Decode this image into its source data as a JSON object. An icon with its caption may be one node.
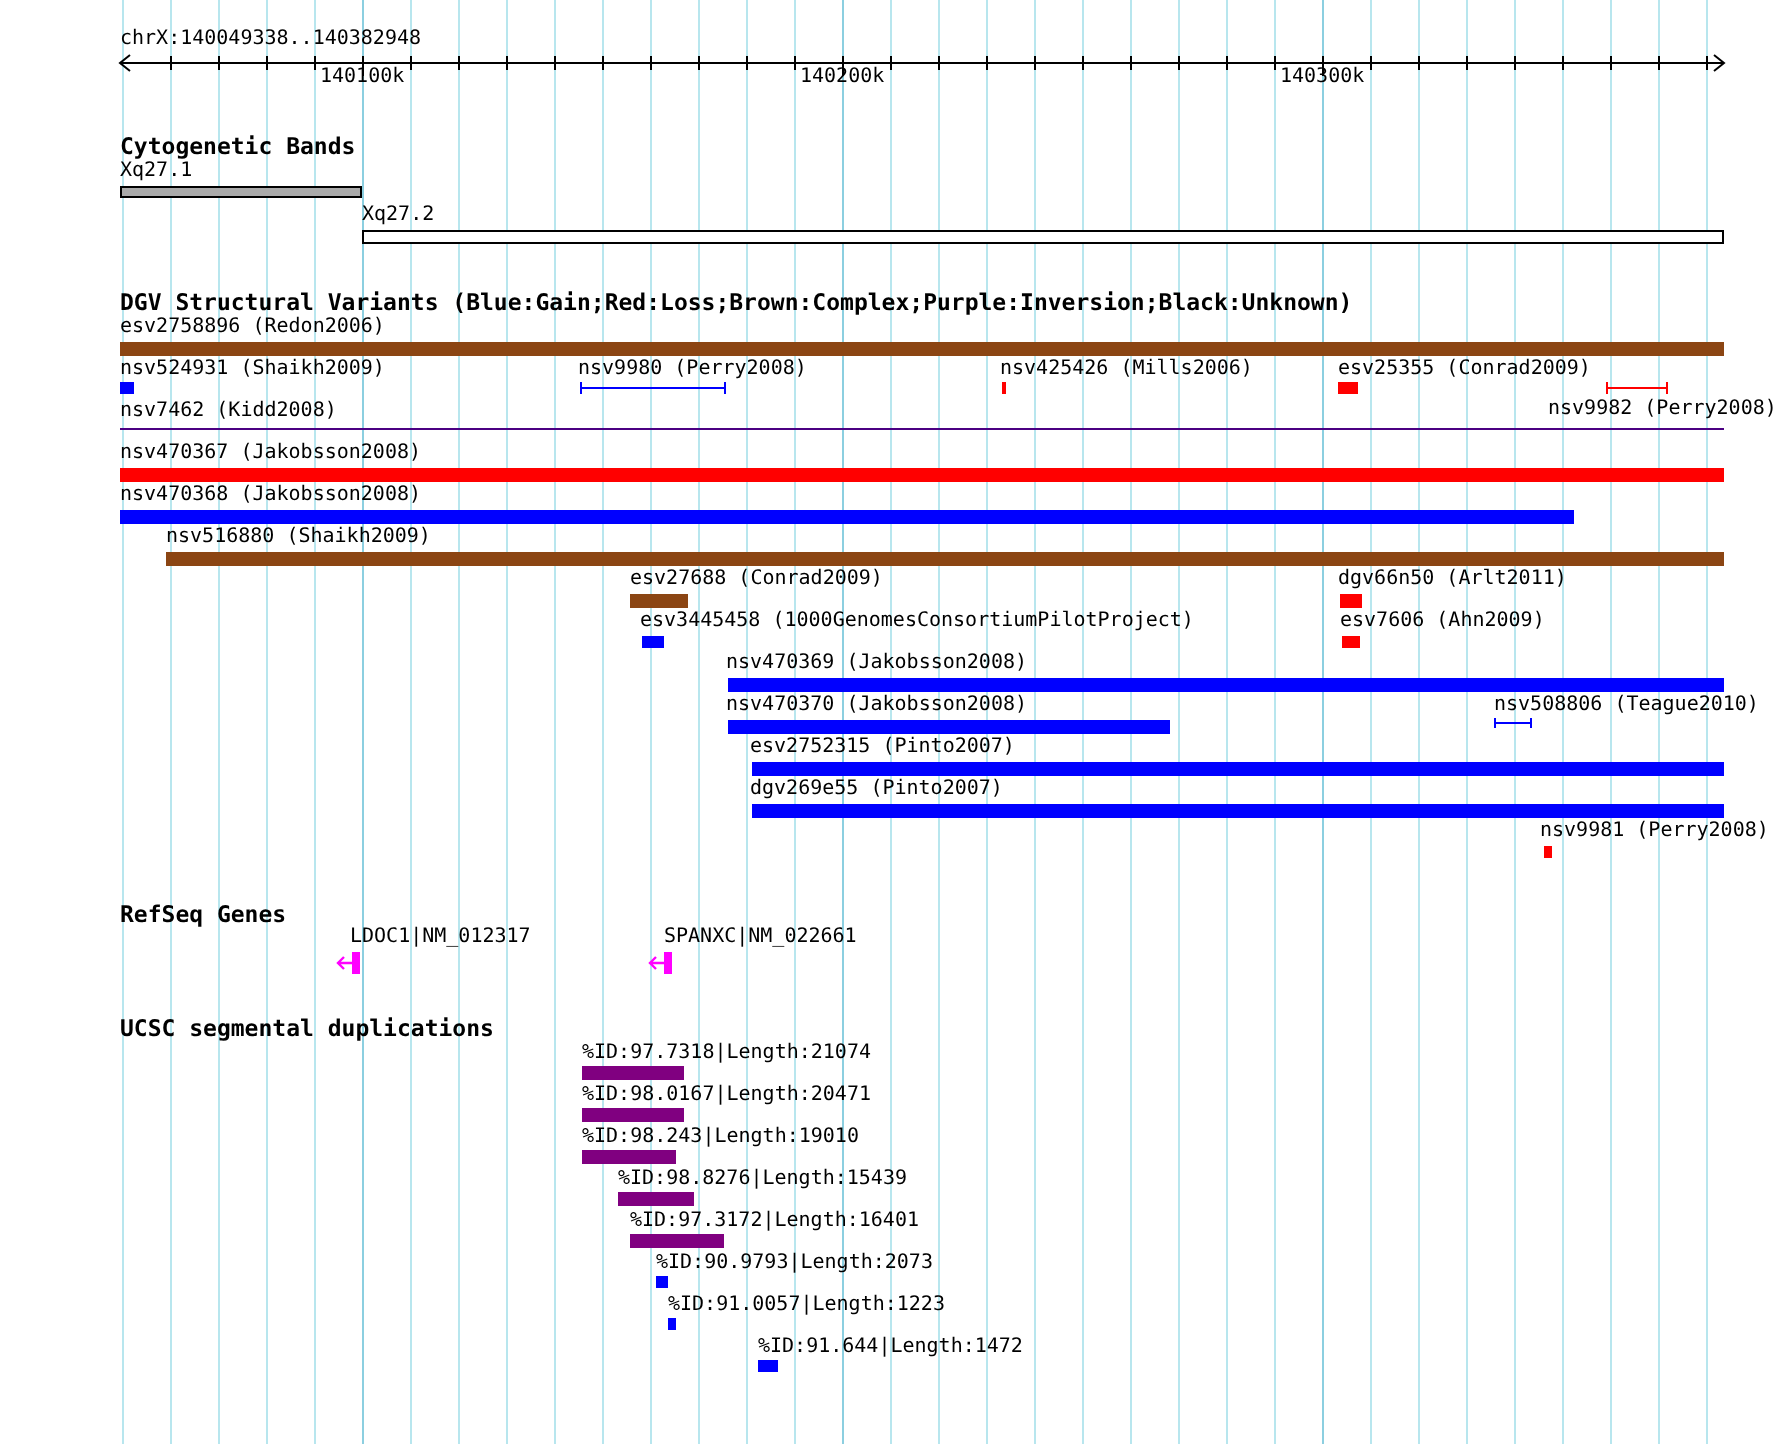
{
  "diagram": {
    "nodes": [
      {
        "text": [],
        "shape": "bar",
        "beside": [
          "Xq27.1"
        ]
      },
      {
        "text": [],
        "shape": "bar",
        "beside": [
          "Xq27.2"
        ]
      },
      {
        "text": [],
        "shape": "bar",
        "beside": [
          "esv2758896 (Redon2006)"
        ]
      },
      {
        "text": [],
        "shape": "bar",
        "beside": [
          "nsv524931 (Shaikh2009)"
        ]
      },
      {
        "text": [],
        "shape": "bar",
        "beside": [
          "nsv9980 (Perry2008)"
        ]
      },
      {
        "text": [],
        "shape": "bar",
        "beside": [
          "nsv425426 (Mills2006)"
        ]
      },
      {
        "text": [],
        "shape": "bar",
        "beside": [
          "esv25355 (Conrad2009)"
        ]
      },
      {
        "text": [],
        "shape": "bar",
        "beside": [
          "nsv9982 (Perry2008)"
        ]
      },
      {
        "text": [],
        "shape": "bar",
        "beside": [
          "nsv7462 (Kidd2008)"
        ]
      },
      {
        "text": [],
        "shape": "bar",
        "beside": [
          "nsv470367 (Jakobsson2008)"
        ]
      },
      {
        "text": [],
        "shape": "bar",
        "beside": [
          "nsv470368 (Jakobsson2008)"
        ]
      },
      {
        "text": [],
        "shape": "bar",
        "beside": [
          "nsv516880 (Shaikh2009)"
        ]
      },
      {
        "text": [],
        "shape": "bar",
        "beside": [
          "esv27688 (Conrad2009)"
        ]
      },
      {
        "text": [],
        "shape": "bar",
        "beside": [
          "dgv66n50 (Arlt2011)"
        ]
      },
      {
        "text": [],
        "shape": "bar",
        "beside": [
          "esv3445458 (1000GenomesConsortiumPilotProject)"
        ]
      },
      {
        "text": [],
        "shape": "bar",
        "beside": [
          "esv7606 (Ahn2009)"
        ]
      },
      {
        "text": [],
        "shape": "bar",
        "beside": [
          "nsv470369 (Jakobsson2008)"
        ]
      },
      {
        "text": [],
        "shape": "bar",
        "beside": [
          "nsv470370 (Jakobsson2008)"
        ]
      },
      {
        "text": [],
        "shape": "bar",
        "beside": [
          "nsv508806 (Teague2010)"
        ]
      },
      {
        "text": [],
        "shape": "bar",
        "beside": [
          "esv2752315 (Pinto2007)"
        ]
      },
      {
        "text": [],
        "shape": "bar",
        "beside": [
          "dgv269e55 (Pinto2007)"
        ]
      },
      {
        "text": [],
        "shape": "bar",
        "beside": [
          "nsv9981 (Perry2008)"
        ]
      },
      {
        "text": [],
        "shape": "arrow",
        "beside": [
          "LDOC1|NM_012317"
        ]
      },
      {
        "text": [],
        "shape": "arrow",
        "beside": [
          "SPANXC|NM_022661"
        ]
      },
      {
        "text": [],
        "shape": "bar",
        "beside": [
          "%ID:97.7318|Length:21074"
        ]
      },
      {
        "text": [],
        "shape": "bar",
        "beside": [
          "%ID:98.0167|Length:20471"
        ]
      },
      {
        "text": [],
        "shape": "bar",
        "beside": [
          "%ID:98.243|Length:19010"
        ]
      },
      {
        "text": [],
        "shape": "bar",
        "beside": [
          "%ID:98.8276|Length:15439"
        ]
      },
      {
        "text": [],
        "shape": "bar",
        "beside": [
          "%ID:97.3172|Length:16401"
        ]
      },
      {
        "text": [],
        "shape": "bar",
        "beside": [
          "%ID:90.9793|Length:2073"
        ]
      },
      {
        "text": [],
        "shape": "bar",
        "beside": [
          "%ID:91.0057|Length:1223"
        ]
      },
      {
        "text": [],
        "shape": "bar",
        "beside": [
          "%ID:91.644|Length:1472"
        ]
      }
    ],
    "labels": [
      "chrX:140049338..140382948",
      "140100k",
      "140200k",
      "140300k",
      "Cytogenetic Bands",
      "DGV Structural Variants (Blue:Gain;Red:Loss;Brown:Complex;Purple:Inversion;Black:Unknown)",
      "RefSeq Genes",
      "UCSC segmental duplications"
    ]
  }
}
